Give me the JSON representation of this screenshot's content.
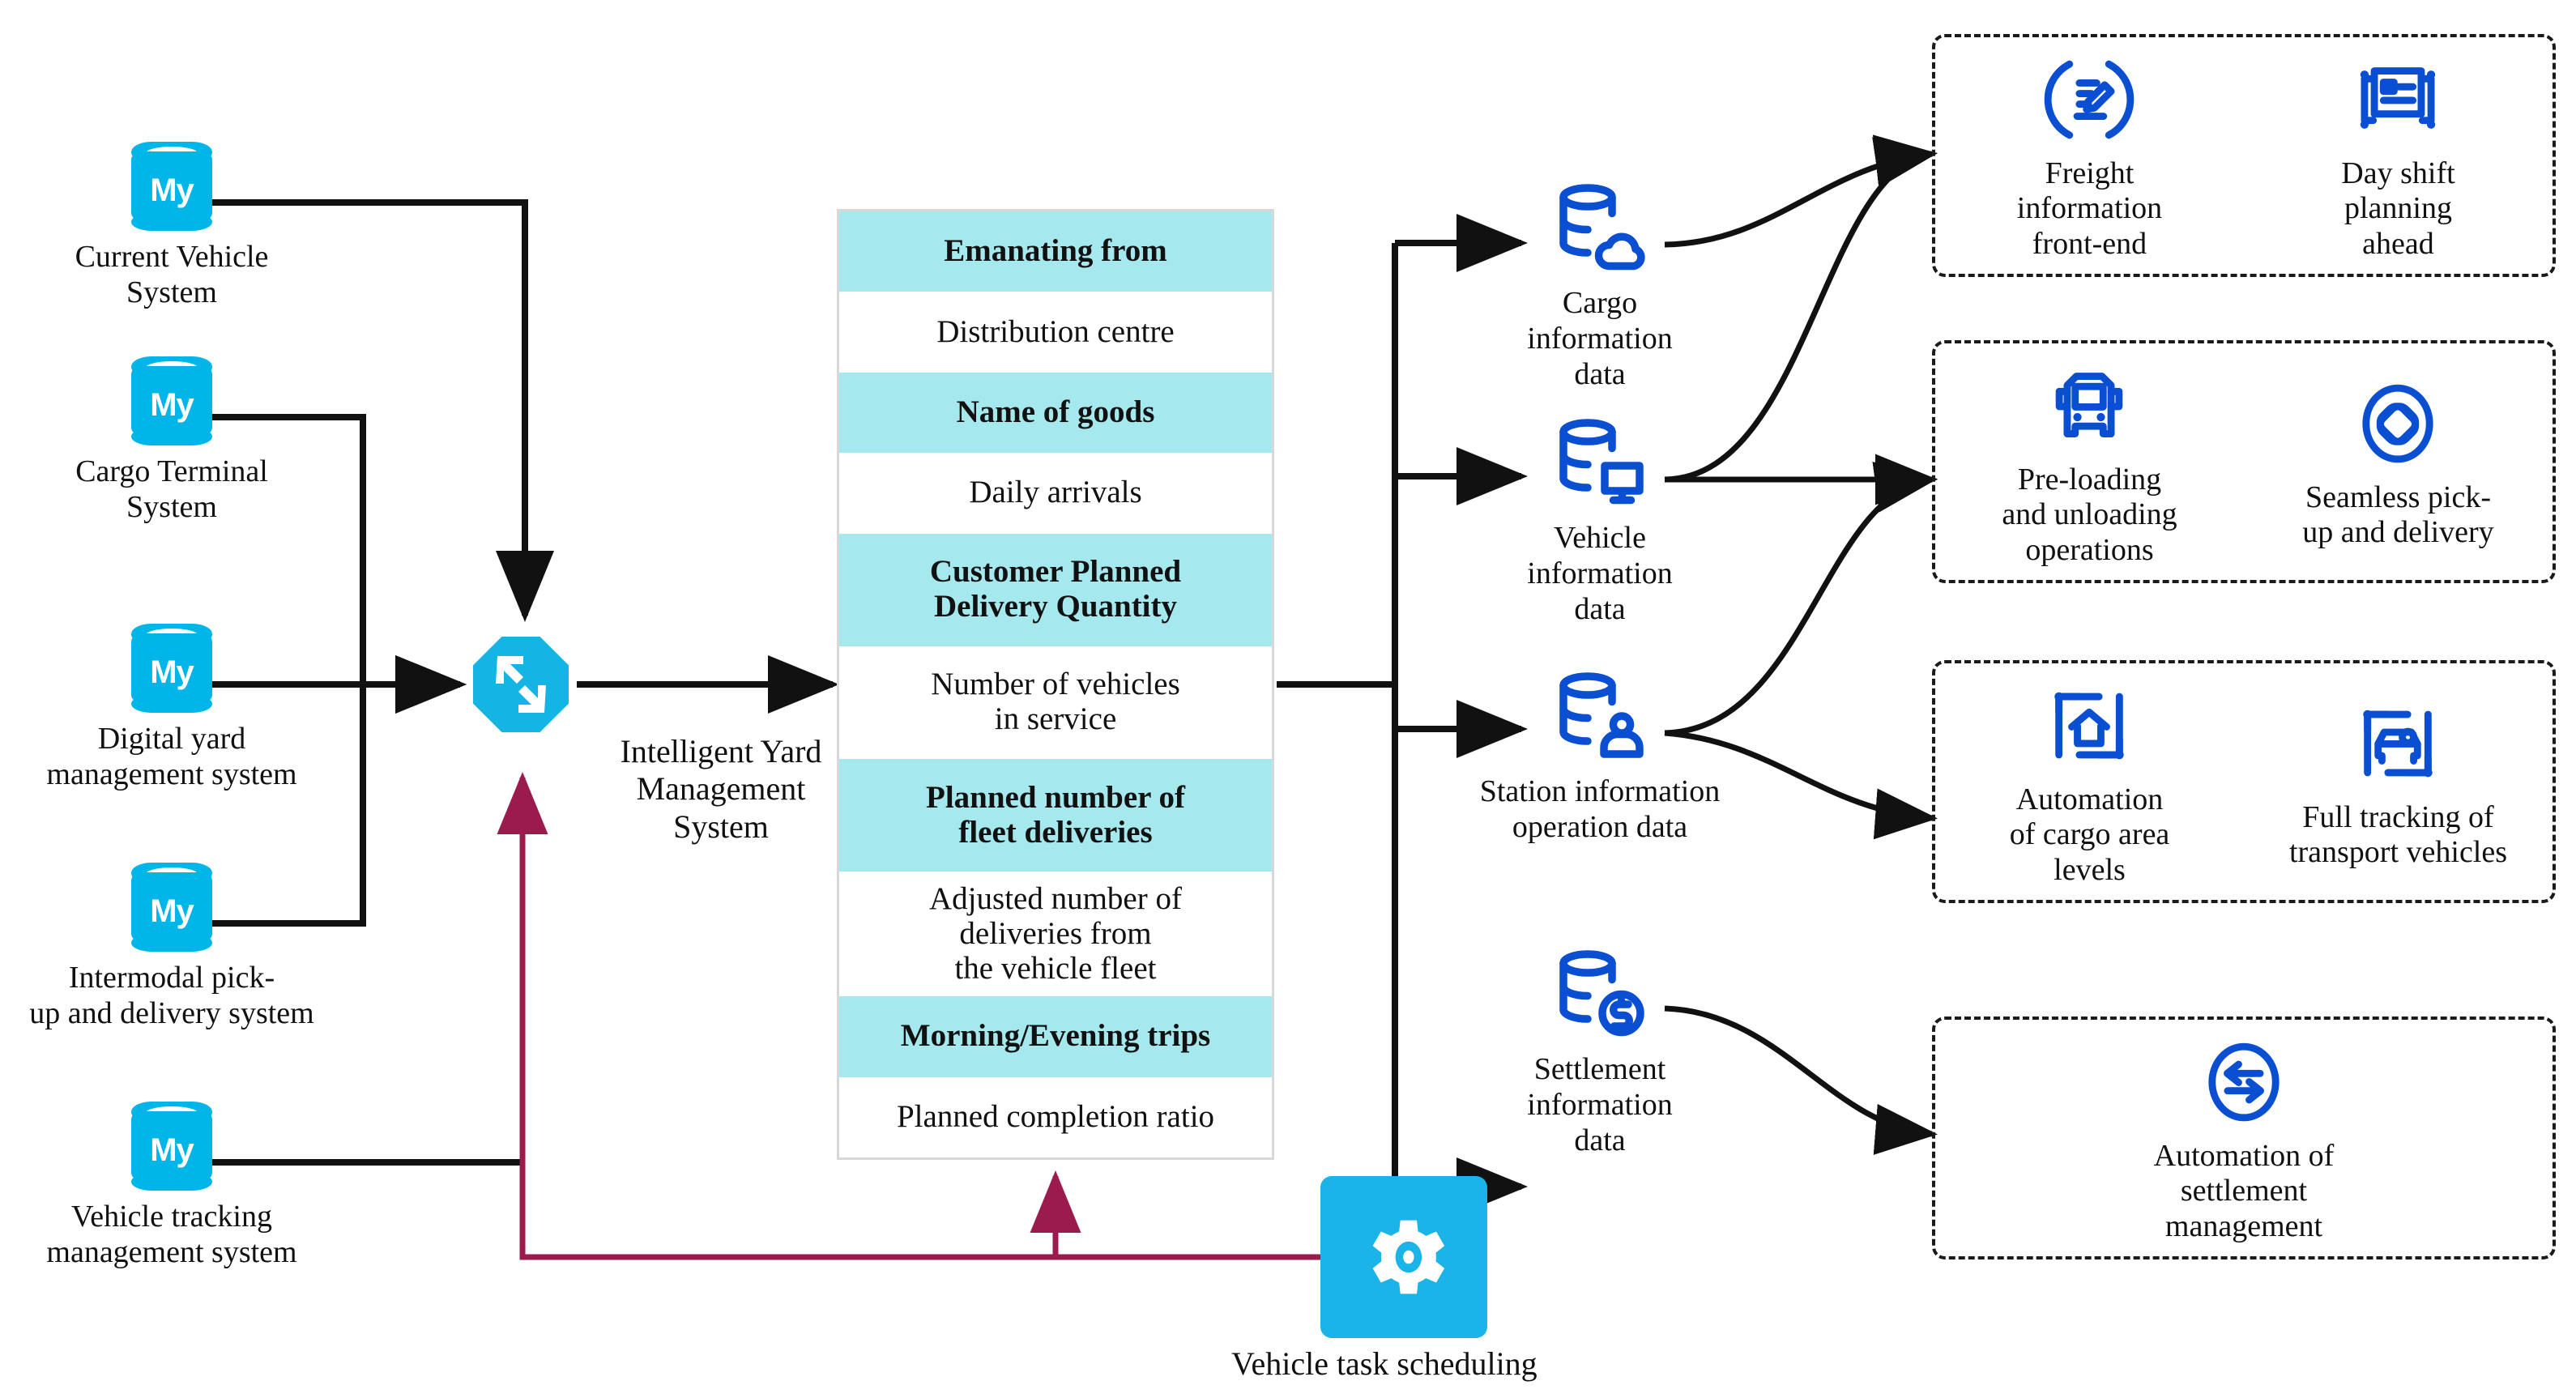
{
  "diagram": {
    "title": "Intelligent Yard Management System data architecture",
    "colors": {
      "source_db_cyan": "#00b5e8",
      "hub_cyan": "#14b4e4",
      "table_alt_row": "#a5e8ed",
      "outcome_icon_blue": "#0a4fd1",
      "control_flow_maroon": "#9c1b4f",
      "data_flow_black": "#111111",
      "panel_border": "#1a1a1a"
    }
  },
  "sources": [
    {
      "label": "Current Vehicle\nSystem",
      "icon": "mysql-database-icon",
      "glyph": "My"
    },
    {
      "label": "Cargo Terminal\nSystem",
      "icon": "mysql-database-icon",
      "glyph": "My"
    },
    {
      "label": "Digital yard\nmanagement system",
      "icon": "mysql-database-icon",
      "glyph": "My"
    },
    {
      "label": "Intermodal pick-\nup and delivery system",
      "icon": "mysql-database-icon",
      "glyph": "My"
    },
    {
      "label": "Vehicle tracking\nmanagement system",
      "icon": "mysql-database-icon",
      "glyph": "My"
    }
  ],
  "hub": {
    "label": "Intelligent Yard\nManagement\nSystem",
    "icon": "converging-arrows-hub-icon"
  },
  "attribute_table": {
    "rows": [
      {
        "text": "Emanating from",
        "highlight": true
      },
      {
        "text": "Distribution centre",
        "highlight": false
      },
      {
        "text": "Name of goods",
        "highlight": true
      },
      {
        "text": "Daily arrivals",
        "highlight": false
      },
      {
        "text": "Customer Planned\nDelivery Quantity",
        "highlight": true
      },
      {
        "text": "Number of vehicles\nin service",
        "highlight": false
      },
      {
        "text": "Planned number of\nfleet deliveries",
        "highlight": true
      },
      {
        "text": "Adjusted number of\ndeliveries from\nthe vehicle fleet",
        "highlight": false
      },
      {
        "text": "Morning/Evening trips",
        "highlight": true
      },
      {
        "text": "Planned completion ratio",
        "highlight": false
      }
    ]
  },
  "data_nodes": [
    {
      "label": "Cargo\ninformation\ndata",
      "icon": "database-cloud-icon"
    },
    {
      "label": "Vehicle\ninformation\ndata",
      "icon": "database-monitor-icon"
    },
    {
      "label": "Station information\noperation data",
      "icon": "database-user-icon"
    },
    {
      "label": "Settlement\ninformation\ndata",
      "icon": "database-dollar-icon"
    }
  ],
  "scheduler": {
    "label": "Vehicle task scheduling",
    "icon": "gear-icon"
  },
  "outcome_panels": [
    {
      "items": [
        {
          "label": "Freight\ninformation\nfront-end",
          "icon": "document-edit-icon"
        },
        {
          "label": "Day shift\nplanning\nahead",
          "icon": "planning-board-icon"
        }
      ]
    },
    {
      "items": [
        {
          "label": "Pre-loading\nand unloading\noperations",
          "icon": "bus-front-icon"
        },
        {
          "label": "Seamless pick-\nup and delivery",
          "icon": "interlocked-loops-icon"
        }
      ]
    },
    {
      "items": [
        {
          "label": "Automation\nof cargo area\nlevels",
          "icon": "warehouse-bracket-icon"
        },
        {
          "label": "Full tracking of\ntransport vehicles",
          "icon": "vehicle-tracking-icon"
        }
      ]
    },
    {
      "items": [
        {
          "label": "Automation of\nsettlement\nmanagement",
          "icon": "two-way-sync-icon"
        }
      ]
    }
  ]
}
